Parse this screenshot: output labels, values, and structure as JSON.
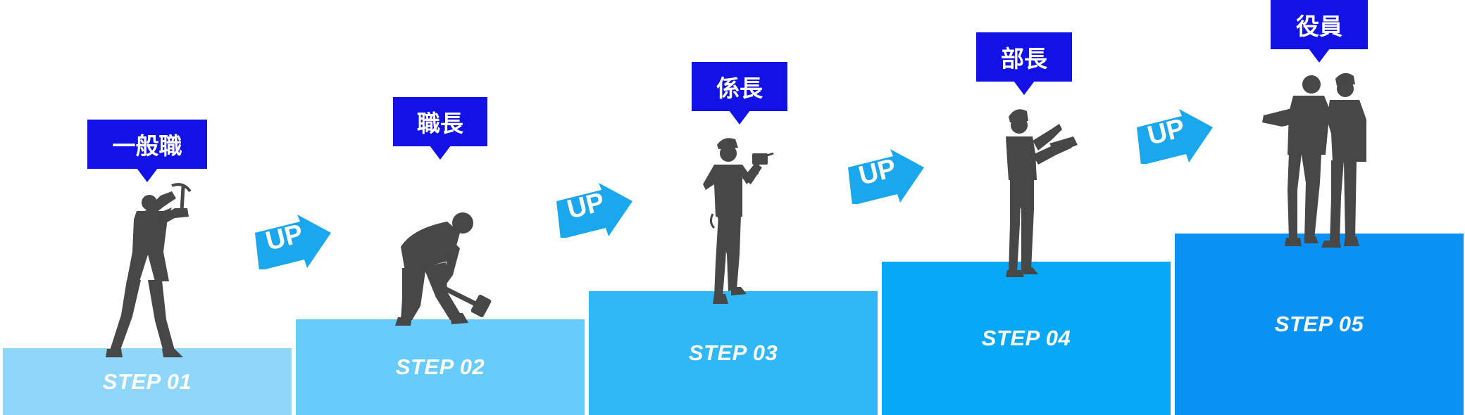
{
  "colors": {
    "role_box": "#1212e6",
    "arrow": "#1aa7ee",
    "silhouette": "#474747",
    "step_1": "#8fd6fb",
    "step_2": "#67ccfb",
    "step_3": "#2fb7f6",
    "step_4": "#06a8f7",
    "step_5": "#0991f4"
  },
  "steps": [
    {
      "label": "STEP 01",
      "role": "一般職",
      "figure": "worker-with-pickaxe-icon"
    },
    {
      "label": "STEP 02",
      "role": "職長",
      "figure": "worker-with-sledgehammer-icon"
    },
    {
      "label": "STEP 03",
      "role": "係長",
      "figure": "worker-with-drill-icon"
    },
    {
      "label": "STEP 04",
      "role": "部長",
      "figure": "manager-pointing-icon"
    },
    {
      "label": "STEP 05",
      "role": "役員",
      "figure": "executives-discussing-icon"
    }
  ],
  "arrows": [
    {
      "label": "UP",
      "icon": "up-arrow-icon"
    },
    {
      "label": "UP",
      "icon": "up-arrow-icon"
    },
    {
      "label": "UP",
      "icon": "up-arrow-icon"
    },
    {
      "label": "UP",
      "icon": "up-arrow-icon"
    }
  ]
}
